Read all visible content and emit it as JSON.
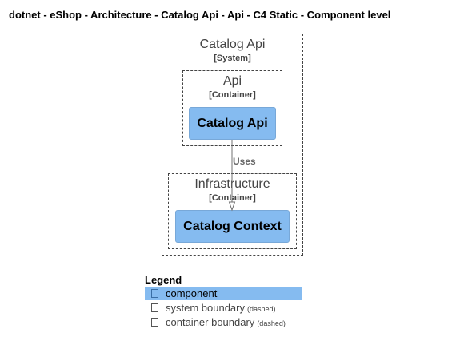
{
  "diagram": {
    "title": "dotnet - eShop - Architecture - Catalog Api - Api - C4 Static - Component level",
    "system_boundary": {
      "name": "Catalog Api",
      "type": "[System]"
    },
    "api_container": {
      "name": "Api",
      "type": "[Container]",
      "component": "Catalog Api"
    },
    "infrastructure_container": {
      "name": "Infrastructure",
      "type": "[Container]",
      "component": "Catalog Context"
    },
    "relationship": {
      "from": "Catalog Api",
      "to": "Catalog Context",
      "label": "Uses"
    }
  },
  "legend": {
    "title": "Legend",
    "items": [
      {
        "label": "component",
        "note": ""
      },
      {
        "label": "system boundary",
        "note": "(dashed)"
      },
      {
        "label": "container boundary",
        "note": "(dashed)"
      }
    ]
  },
  "colors": {
    "component_fill": "#85bbf0",
    "boundary_border": "#444444",
    "arrow": "#707070"
  }
}
